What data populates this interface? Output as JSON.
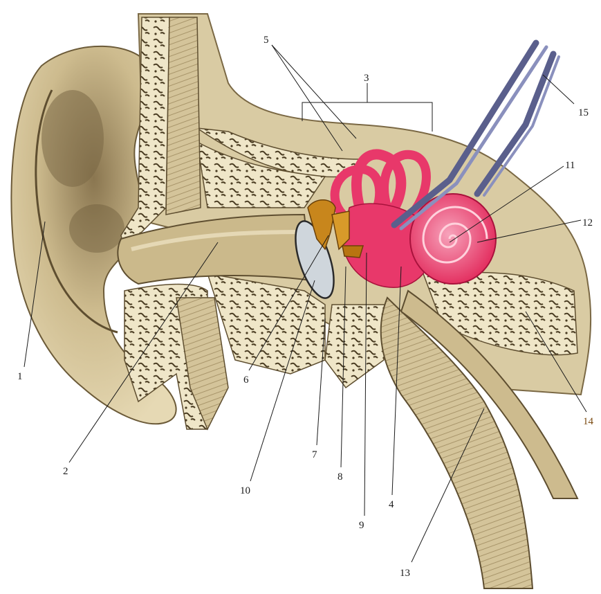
{
  "figure": {
    "labels": [
      {
        "id": "1",
        "text": "1"
      },
      {
        "id": "2",
        "text": "2"
      },
      {
        "id": "3",
        "text": "3"
      },
      {
        "id": "4",
        "text": "4"
      },
      {
        "id": "5",
        "text": "5"
      },
      {
        "id": "6",
        "text": "6"
      },
      {
        "id": "7",
        "text": "7"
      },
      {
        "id": "8",
        "text": "8"
      },
      {
        "id": "9",
        "text": "9"
      },
      {
        "id": "10",
        "text": "10"
      },
      {
        "id": "11",
        "text": "11"
      },
      {
        "id": "12",
        "text": "12"
      },
      {
        "id": "13",
        "text": "13"
      },
      {
        "id": "14",
        "text": "14"
      },
      {
        "id": "15",
        "text": "15"
      }
    ]
  },
  "colors": {
    "tissue": "#d8c9a0",
    "tissue_dark": "#8c7a55",
    "bone": "#efe6c8",
    "inner_ear": "#e8386a",
    "ossicles": "#c8861c",
    "nerve": "#6a6f9a",
    "eardrum": "#cfd6dc"
  }
}
